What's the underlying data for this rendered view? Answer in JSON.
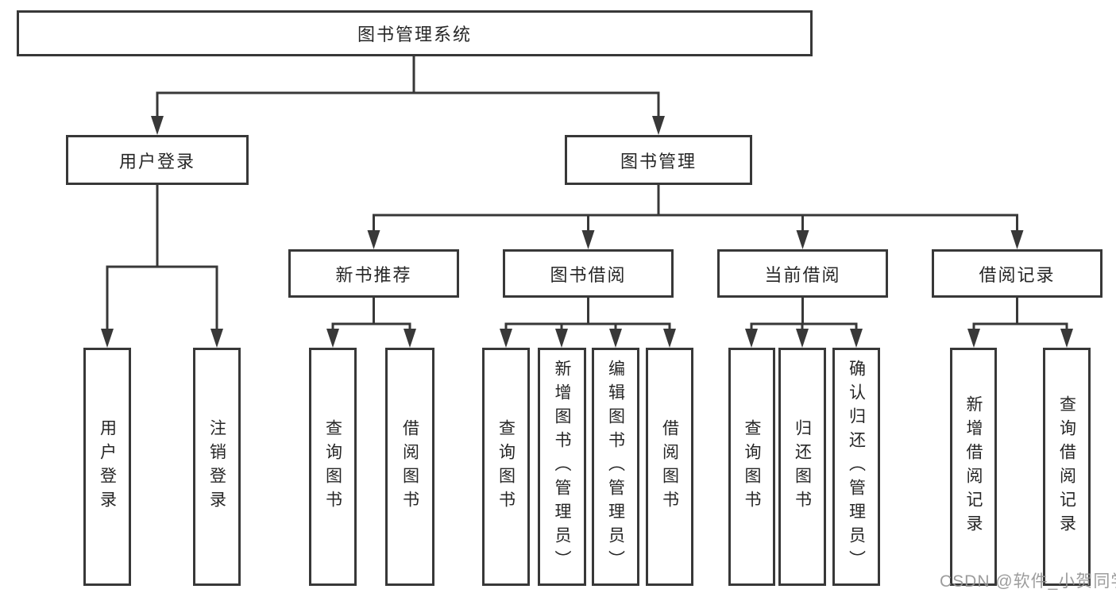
{
  "diagram": {
    "type": "tree",
    "colors": {
      "line": "#383838",
      "box_border": "#383838",
      "text": "#262626",
      "watermark": "#949494",
      "background": "#ffffff"
    }
  },
  "tree": {
    "root": {
      "label": "图书管理系统"
    },
    "branches": [
      {
        "label": "用户登录",
        "leaves": [
          {
            "label": "用户登录"
          },
          {
            "label": "注销登录"
          }
        ]
      },
      {
        "label": "图书管理",
        "groups": [
          {
            "label": "新书推荐",
            "leaves": [
              {
                "label": "查询图书"
              },
              {
                "label": "借阅图书"
              }
            ]
          },
          {
            "label": "图书借阅",
            "leaves": [
              {
                "label": "查询图书"
              },
              {
                "label": "新增图书（管理员）"
              },
              {
                "label": "编辑图书（管理员）"
              },
              {
                "label": "借阅图书"
              }
            ]
          },
          {
            "label": "当前借阅",
            "leaves": [
              {
                "label": "查询图书"
              },
              {
                "label": "归还图书"
              },
              {
                "label": "确认归还（管理员）"
              }
            ]
          },
          {
            "label": "借阅记录",
            "leaves": [
              {
                "label": "新增借阅记录"
              },
              {
                "label": "查询借阅记录"
              }
            ]
          }
        ]
      }
    ]
  },
  "watermark": {
    "text": "CSDN @软件_小贺同学"
  }
}
